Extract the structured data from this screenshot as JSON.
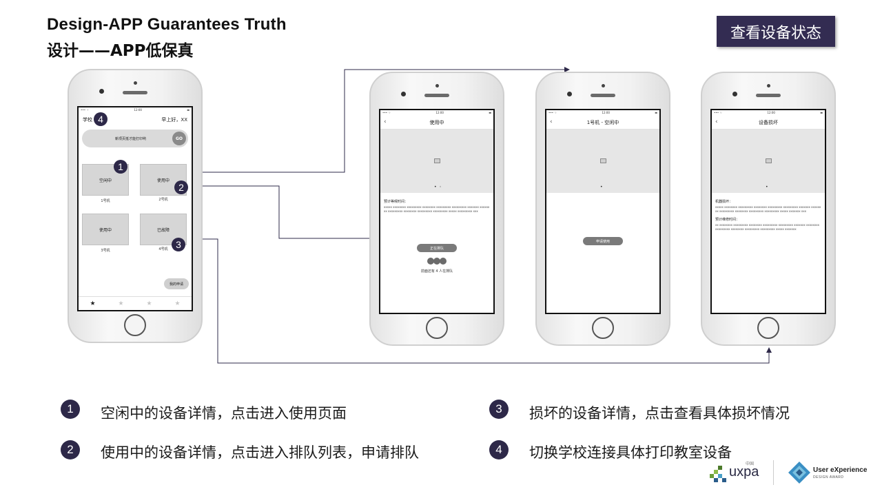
{
  "header": {
    "title_en": "Design-APP Guarantees Truth",
    "title_cn": "设计——APP低保真",
    "status_button": "查看设备状态"
  },
  "phone_home": {
    "status_time": "12:00",
    "school": "学校",
    "greeting": "早上好，XX",
    "pill_text": "新项页抵才能打印哟",
    "go": "GO",
    "tiles": [
      {
        "label": "空闲中",
        "caption": "1号机"
      },
      {
        "label": "使用中",
        "caption": "2号机"
      },
      {
        "label": "使用中",
        "caption": "3号机"
      },
      {
        "label": "已故障",
        "caption": "4号机"
      }
    ],
    "my_apply": "我的申请",
    "tabs": [
      "★",
      "★",
      "★",
      "★"
    ]
  },
  "phone_queue": {
    "status_time": "12:00",
    "title": "使用中",
    "label": "预计等候时间：",
    "body": "xxxxx xxxxxxxx xxxxxxxxx xxxxxxxx xxxxxxxxx xxxxxxxxx xxxxxxx xxxxxxxx xxxxxxxxx xxxxxxxx xxxxxxxxx xxxxxxxxx xxxxx xxxxxxxxx xxx",
    "queue_button": "正在排队",
    "queue_note": "前面还有 4 人在排队"
  },
  "phone_idle": {
    "status_time": "12:00",
    "title": "1号机 - 空闲中",
    "apply_button": "申请使用"
  },
  "phone_broken": {
    "status_time": "12:00",
    "title": "设备损坏",
    "label1": "机器损坏：",
    "body1": "xxxxx xxxxxxxx xxxxxxxxx xxxxxxxx xxxxxxxxx xxxxxxxxx xxxxxxx xxxxxxxx xxxxxxxxx xxxxxxxx xxxxxxxxx xxxxxxxxx xxxxx xxxxxxx xxx",
    "label2": "预计维修时间：",
    "body2": "xx xxxxxxxx xxxxxxxxx xxxxxxxx xxxxxxxxx xxxxxxxxx xxxxxxx xxxxxxxx xxxxxxxxx xxxxxxxx xxxxxxxxx xxxxxxxxx xxxxx xxxxxxx"
  },
  "callouts": [
    "1",
    "2",
    "3",
    "4"
  ],
  "legend": [
    {
      "num": "1",
      "text": "空闲中的设备详情，点击进入使用页面"
    },
    {
      "num": "2",
      "text": "使用中的设备详情，点击进入排队列表，申请排队"
    },
    {
      "num": "3",
      "text": "损坏的设备详情，点击查看具体损坏情况"
    },
    {
      "num": "4",
      "text": "切换学校连接具体打印教室设备"
    }
  ],
  "logos": {
    "uxpa": "uxpa",
    "uxpa_cn": "中国",
    "award_line1": "User eXperience",
    "award_line2": "DESIGN AWARD"
  },
  "colors": {
    "accent": "#2d2848",
    "button": "#332c52"
  }
}
